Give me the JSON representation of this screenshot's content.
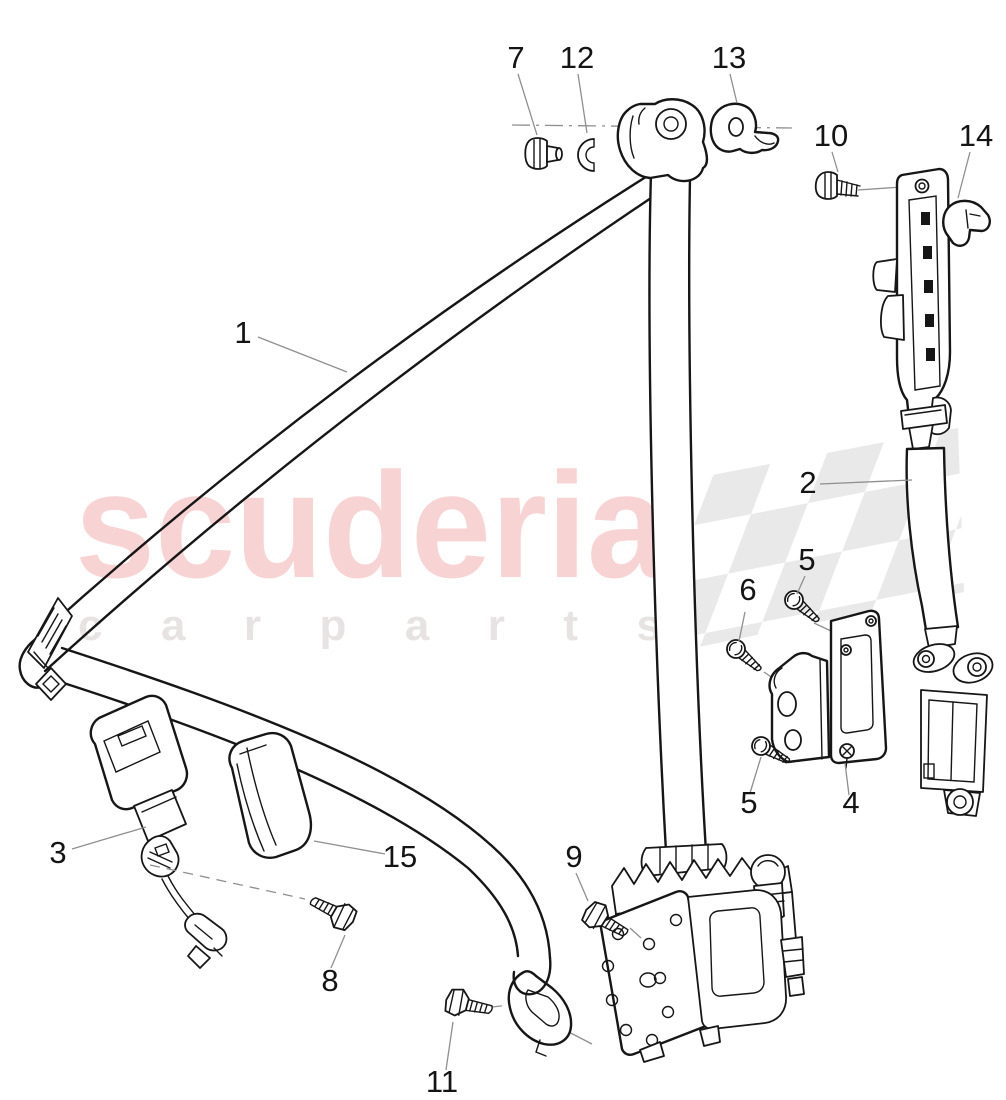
{
  "watermark": {
    "line1": "scuderia",
    "line2": "car parts",
    "line1_color": "#f8d3d3",
    "line2_color": "#e7e3e3",
    "flag_color": "#e9e9e9"
  },
  "ink_color": "#161616",
  "callouts": [
    {
      "label": "1"
    },
    {
      "label": "2"
    },
    {
      "label": "3"
    },
    {
      "label": "4"
    },
    {
      "label": "5"
    },
    {
      "label": "6"
    },
    {
      "label": "7"
    },
    {
      "label": "8"
    },
    {
      "label": "9"
    },
    {
      "label": "10"
    },
    {
      "label": "11"
    },
    {
      "label": "12"
    },
    {
      "label": "13"
    },
    {
      "label": "14"
    },
    {
      "label": "15"
    },
    {
      "label": "5"
    }
  ]
}
